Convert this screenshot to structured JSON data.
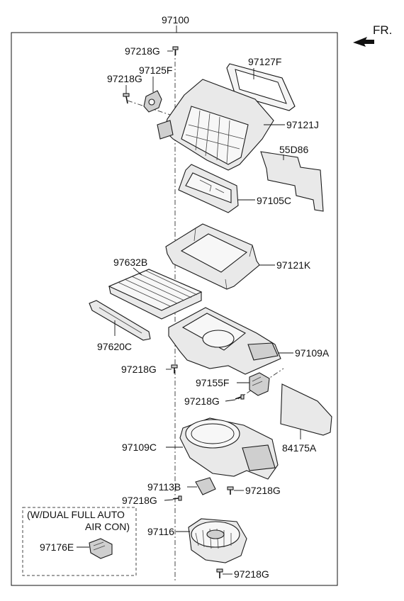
{
  "assembly_number": "97100",
  "orientation_label": "FR.",
  "inset_note": [
    "(W/DUAL FULL AUTO",
    "AIR CON)"
  ],
  "labels": {
    "screw_top": "97218G",
    "actuator": "97125F",
    "screw_actuator": "97218G",
    "seal_top": "97127F",
    "intake_case": "97121J",
    "gasket": "55D86",
    "cover": "97105C",
    "filter_frame": "97121K",
    "filter": "97632B",
    "filter_cover": "97620C",
    "upper_case": "97109A",
    "screw_mid": "97218G",
    "resistor": "97155F",
    "screw_resistor": "97218G",
    "insulator": "84175A",
    "lower_case": "97109C",
    "module": "97113B",
    "screw_module": "97218G",
    "screw_lower_case": "97218G",
    "auto_module": "97176E",
    "blower_motor": "97116",
    "screw_bottom": "97218G"
  }
}
